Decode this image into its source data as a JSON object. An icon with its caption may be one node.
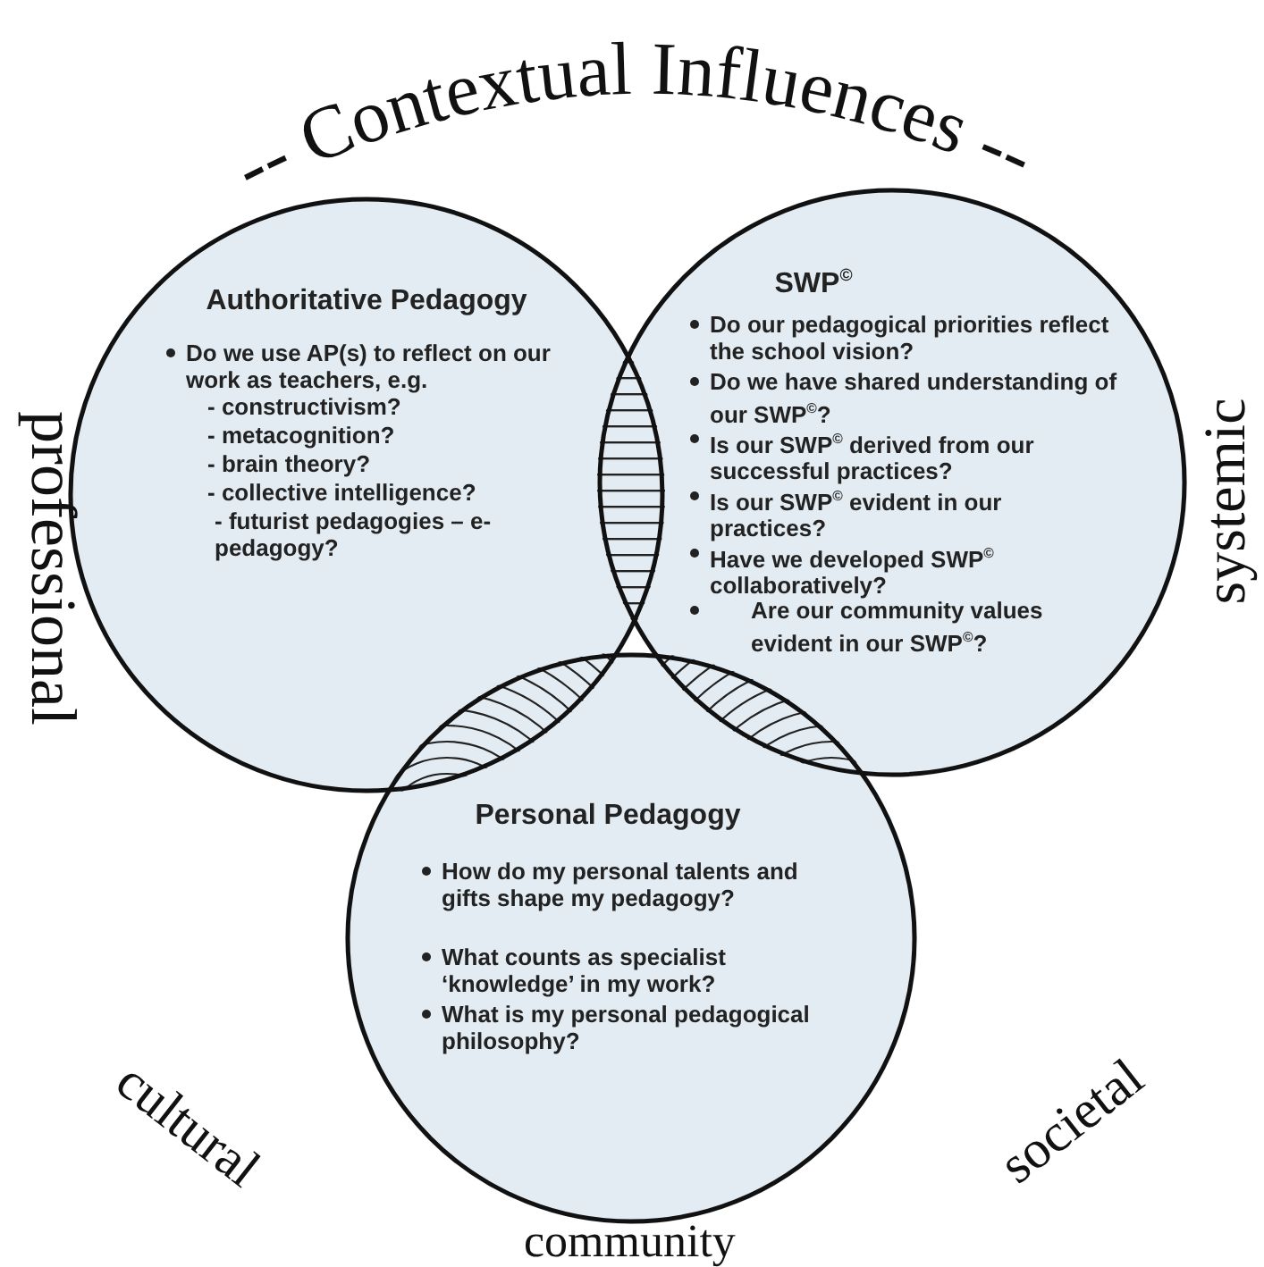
{
  "diagram": {
    "title": "-- Contextual Influences --",
    "nodes": [
      {
        "text": [
          "Authoritative Pedagogy",
          "Do we use AP(s) to reflect on our work as teachers, e.g.",
          "- constructivism?",
          "- metacognition?",
          "- brain theory?",
          "- collective intelligence?",
          "- futurist pedagogies – e-pedagogy?"
        ]
      },
      {
        "text": [
          "SWP$^{©}$",
          "Do our pedagogical priorities reflect the school vision?",
          "Do we have shared understanding of our SWP$^{©}$?",
          "Is our SWP$^{©}$ derived from our successful practices?",
          "Is our SWP$^{©}$ evident in our practices?",
          "Have we developed SWP$^{©}$ collaboratively?",
          "Are our community values evident in our SWP$^{©}$?"
        ]
      },
      {
        "text": [
          "Personal Pedagogy",
          "How do my personal talents and gifts shape my pedagogy?",
          "What counts as specialist ‘knowledge’ in my work?",
          "What is my personal pedagogical philosophy?"
        ]
      }
    ],
    "labels": [
      "professional",
      "systemic",
      "cultural",
      "societal",
      "community"
    ]
  }
}
